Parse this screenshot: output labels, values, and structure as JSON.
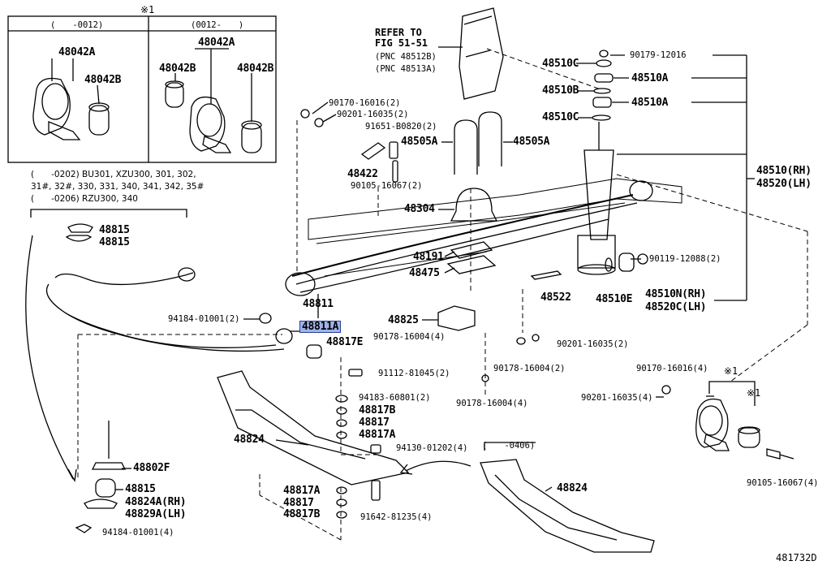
{
  "inset": {
    "star_mark": "※1",
    "left_header": "(　　-0012)",
    "right_header": "(0012-　　)",
    "left_labels": [
      "48042A",
      "48042B"
    ],
    "right_labels": [
      "48042A",
      "48042B",
      "48042B"
    ]
  },
  "applicability": [
    "(　　-0202) BU301, XZU300, 301, 302,",
    "31#, 32#, 330, 331, 340, 341, 342, 35#",
    "(　　-0206) RZU300, 340"
  ],
  "refer": [
    "REFER TO",
    "FIG 51-51",
    "(PNC 48512B)",
    "(PNC 48513A)"
  ],
  "labels": {
    "l48815a": "48815",
    "l48815b": "48815",
    "l90170a": "90170-16016(2)",
    "l90201a": "90201-16035(2)",
    "l91651": "91651-B0820(2)",
    "l48505a1": "48505A",
    "l48505a2": "48505A",
    "l48422": "48422",
    "l90105a": "90105-16067(2)",
    "l48304": "48304",
    "l48191": "48191",
    "l48475": "48475",
    "l48811": "48811",
    "l48811a": "48811A",
    "l94184a": "94184-01001(2)",
    "l48817e": "48817E",
    "l48825": "48825",
    "l90178a": "90178-16004(4)",
    "l91112": "91112-81045(2)",
    "l94183": "94183-60801(2)",
    "l48817b1": "48817B",
    "l48817_1": "48817",
    "l48817a1": "48817A",
    "l48824a": "48824",
    "l94130": "94130-01202(4)",
    "l48802f": "48802F",
    "l48815c": "48815",
    "l48824ar": "48824A(RH)",
    "l48829al": "48829A(LH)",
    "l94184b": "94184-01001(4)",
    "l48817a2": "48817A",
    "l48817_2": "48817",
    "l48817b2": "48817B",
    "l91642": "91642-81235(4)",
    "l0406": "(　　-0406)",
    "l48824b": "48824",
    "l48510c1": "48510C",
    "l90179": "90179-12016",
    "l48510a1": "48510A",
    "l48510b": "48510B",
    "l48510a2": "48510A",
    "l48510c2": "48510C",
    "l48510rh": "48510(RH)",
    "l48520lh": "48520(LH)",
    "l90119": "90119-12088(2)",
    "l48522": "48522",
    "l48510e": "48510E",
    "l48510n": "48510N(RH)",
    "l48520c": "48520C(LH)",
    "l90201b": "90201-16035(2)",
    "l90178b": "90178-16004(2)",
    "l90178c": "90178-16004(4)",
    "l90170b": "90170-16016(4)",
    "l90201c": "90201-16035(4)",
    "l90105b": "90105-16067(4)",
    "star1": "※1",
    "star2": "※1",
    "diagram_id": "481732D"
  }
}
